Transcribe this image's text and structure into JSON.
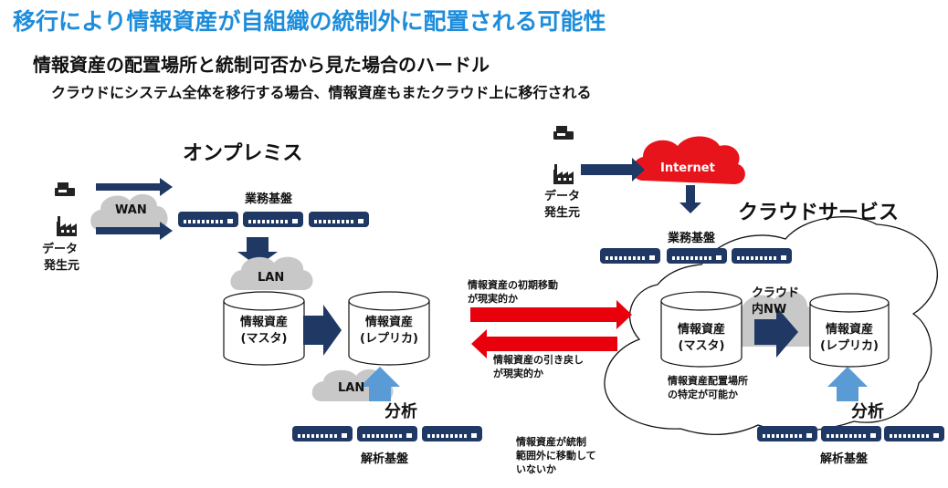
{
  "title": "移行により情報資産が自組織の統制外に配置される可能性",
  "subtitle": "情報資産の配置場所と統制可否から見た場合のハードル",
  "description": "クラウドにシステム全体を移行する場合、情報資産もまたクラウド上に移行される",
  "onprem": {
    "heading": "オンプレミス",
    "source_label_line1": "データ",
    "source_label_line2": "発生元",
    "wan_label": "WAN",
    "business_platform": "業務基盤",
    "lan_top": "LAN",
    "lan_bottom": "LAN",
    "master_line1": "情報資産",
    "master_line2": "(マスタ)",
    "replica_line1": "情報資産",
    "replica_line2": "(レプリカ)",
    "analysis": "分析",
    "analysis_platform": "解析基盤"
  },
  "middle": {
    "initial_move_line1": "情報資産の初期移動",
    "initial_move_line2": "が現実的か",
    "pullback_line1": "情報資産の引き戻し",
    "pullback_line2": "が現実的か",
    "out_of_control_line1": "情報資産が統制",
    "out_of_control_line2": "範囲外に移動して",
    "out_of_control_line3": "いないか"
  },
  "cloud": {
    "heading": "クラウドサービス",
    "internet_label": "Internet",
    "source_label_line1": "データ",
    "source_label_line2": "発生元",
    "business_platform": "業務基盤",
    "cloud_nw_line1": "クラウド",
    "cloud_nw_line2": "内NW",
    "master_line1": "情報資産",
    "master_line2": "(マスタ)",
    "replica_line1": "情報資産",
    "replica_line2": "(レプリカ)",
    "location_note_line1": "情報資産配置場所",
    "location_note_line2": "の特定が可能か",
    "analysis": "分析",
    "analysis_platform": "解析基盤"
  },
  "colors": {
    "title": "#1d8ddb",
    "navy": "#1f3864",
    "red": "#e8000d",
    "internet_cloud": "#e8141b",
    "gray_cloud": "#c8c8c8",
    "light_blue_arrow": "#5b9bd5"
  }
}
